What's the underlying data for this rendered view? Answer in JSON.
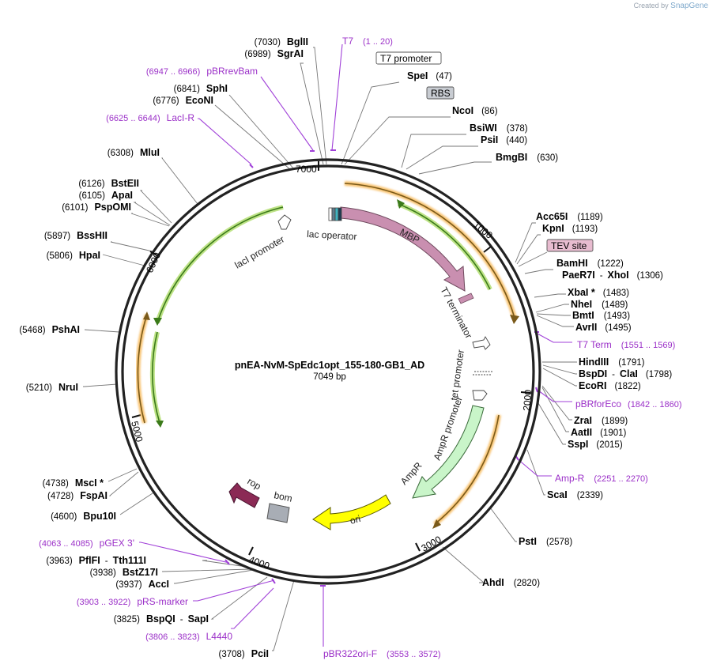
{
  "credit": {
    "prefix": "Created by",
    "brand": "SnapGene"
  },
  "plasmid": {
    "name": "pnEA-NvM-SpEdc1opt_155-180-GB1_AD",
    "size": "7049 bp"
  },
  "ticks": [
    "1000",
    "2000",
    "3000",
    "4000",
    "5000",
    "6000",
    "7000"
  ],
  "boxed_labels": {
    "t7_promoter": "T7 promoter",
    "rbs": "RBS",
    "tev_site": "TEV site"
  },
  "features": {
    "mbp": "MBP",
    "lac_operator": "lac operator",
    "laci_promoter": "lacI promoter",
    "t7_terminator": "T7 terminator",
    "tet_promoter": "tet promoter",
    "ampr_promoter": "AmpR promoter",
    "ampr": "AmpR",
    "ori": "ori",
    "rop": "rop",
    "bom": "bom"
  },
  "right_sites": [
    {
      "name": "SpeI",
      "pos": "(47)"
    },
    {
      "name": "NcoI",
      "pos": "(86)"
    },
    {
      "name": "BsiWI",
      "pos": "(378)"
    },
    {
      "name": "PsiI",
      "pos": "(440)"
    },
    {
      "name": "BmgBI",
      "pos": "(630)"
    },
    {
      "name": "Acc65I",
      "pos": "(1189)"
    },
    {
      "name": "KpnI",
      "pos": "(1193)"
    },
    {
      "name": "BamHI",
      "pos": "(1222)"
    },
    {
      "name": "PaeR7I",
      "sep": "-",
      "name2": "XhoI",
      "pos": "(1306)"
    },
    {
      "name": "XbaI *",
      "pos": "(1483)"
    },
    {
      "name": "NheI",
      "pos": "(1489)"
    },
    {
      "name": "BmtI",
      "pos": "(1493)"
    },
    {
      "name": "AvrII",
      "pos": "(1495)"
    },
    {
      "name": "HindIII",
      "pos": "(1791)"
    },
    {
      "name": "BspDI",
      "sep": "-",
      "name2": "ClaI",
      "pos": "(1798)"
    },
    {
      "name": "EcoRI",
      "pos": "(1822)"
    },
    {
      "name": "ZraI",
      "pos": "(1899)"
    },
    {
      "name": "AatII",
      "pos": "(1901)"
    },
    {
      "name": "SspI",
      "pos": "(2015)"
    },
    {
      "name": "ScaI",
      "pos": "(2339)"
    },
    {
      "name": "PstI",
      "pos": "(2578)"
    },
    {
      "name": "AhdI",
      "pos": "(2820)"
    }
  ],
  "left_sites": [
    {
      "name": "BglII",
      "pos": "(7030)"
    },
    {
      "name": "SgrAI",
      "pos": "(6989)"
    },
    {
      "name": "SphI",
      "pos": "(6841)"
    },
    {
      "name": "EcoNI",
      "pos": "(6776)"
    },
    {
      "name": "MluI",
      "pos": "(6308)"
    },
    {
      "name": "BstEII",
      "pos": "(6126)"
    },
    {
      "name": "ApaI",
      "pos": "(6105)"
    },
    {
      "name": "PspOMI",
      "pos": "(6101)"
    },
    {
      "name": "BssHII",
      "pos": "(5897)"
    },
    {
      "name": "HpaI",
      "pos": "(5806)"
    },
    {
      "name": "PshAI",
      "pos": "(5468)"
    },
    {
      "name": "NruI",
      "pos": "(5210)"
    },
    {
      "name": "MscI *",
      "pos": "(4738)"
    },
    {
      "name": "FspAI",
      "pos": "(4728)"
    },
    {
      "name": "Bpu10I",
      "pos": "(4600)"
    },
    {
      "name": "PflFI",
      "sep": "-",
      "name2": "Tth111I",
      "pos": "(3963)"
    },
    {
      "name": "BstZ17I",
      "pos": "(3938)"
    },
    {
      "name": "AccI",
      "pos": "(3937)"
    },
    {
      "name": "BspQI",
      "sep": "-",
      "name2": "SapI",
      "pos": "(3825)"
    },
    {
      "name": "PciI",
      "pos": "(3708)"
    }
  ],
  "primers": [
    {
      "name": "T7",
      "range": "(1 .. 20)"
    },
    {
      "name": "pBRrevBam",
      "range": "(6947 .. 6966)"
    },
    {
      "name": "LacI-R",
      "range": "(6625 .. 6644)"
    },
    {
      "name": "T7 Term",
      "range": "(1551 .. 1569)"
    },
    {
      "name": "pBRforEco",
      "range": "(1842 .. 1860)"
    },
    {
      "name": "Amp-R",
      "range": "(2251 .. 2270)"
    },
    {
      "name": "pGEX 3'",
      "range": "(4063 .. 4085)"
    },
    {
      "name": "pRS-marker",
      "range": "(3903 .. 3922)"
    },
    {
      "name": "L4440",
      "range": "(3806 .. 3823)"
    },
    {
      "name": "pBR322ori-F",
      "range": "(3553 .. 3572)"
    }
  ]
}
